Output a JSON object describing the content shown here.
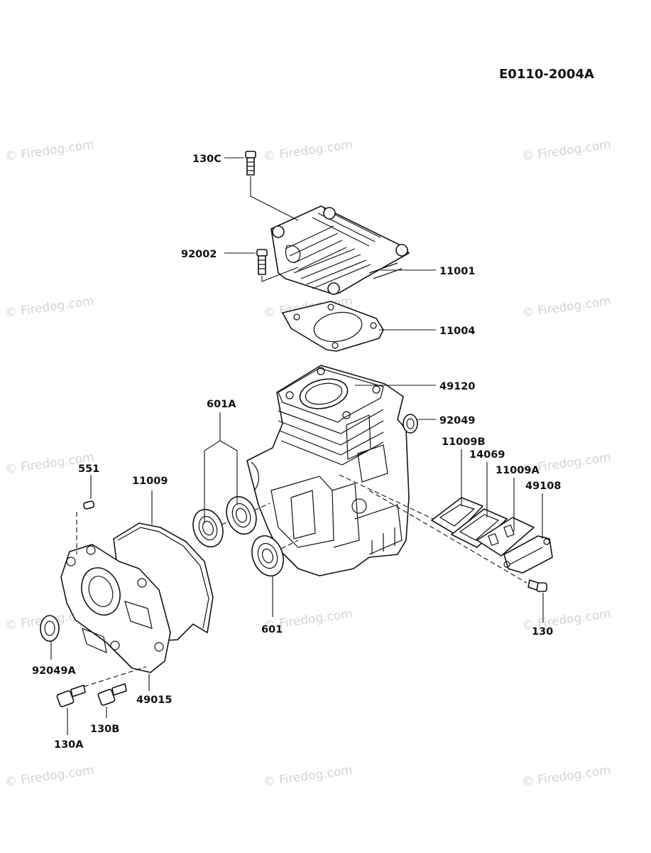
{
  "diagram": {
    "code": "E0110-2004A",
    "watermark_text": "© Firedog.com",
    "callouts": {
      "c130C": "130C",
      "c92002": "92002",
      "c11001": "11001",
      "c11004": "11004",
      "c49120": "49120",
      "c92049": "92049",
      "c601A": "601A",
      "c11009B": "11009B",
      "c14069": "14069",
      "c11009A": "11009A",
      "c49108": "49108",
      "c551": "551",
      "c11009": "11009",
      "c601": "601",
      "c130": "130",
      "c92049A": "92049A",
      "c49015": "49015",
      "c130A": "130A",
      "c130B": "130B"
    }
  }
}
